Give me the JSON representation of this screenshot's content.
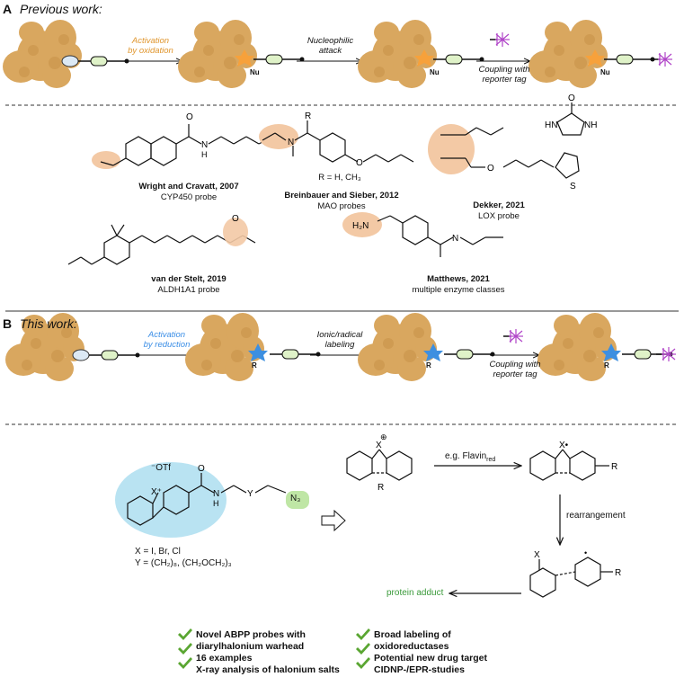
{
  "panel_a": {
    "label": "A",
    "title": "Previous work:",
    "steps": [
      "Activation",
      "by oxidation",
      "Nucleophilic",
      "attack",
      "Coupling with",
      "reporter tag"
    ],
    "nu": "Nu",
    "probes": [
      {
        "author": "Wright and Cravatt, 2007",
        "desc": "CYP450 probe"
      },
      {
        "author": "Breinbauer and Sieber, 2012",
        "desc": "MAO probes",
        "note": "R = H, CH₃"
      },
      {
        "author": "Dekker, 2021",
        "desc": "LOX probe"
      },
      {
        "author": "van der Stelt, 2019",
        "desc": "ALDH1A1 probe"
      },
      {
        "author": "Matthews, 2021",
        "desc": "multiple enzyme classes"
      }
    ]
  },
  "panel_b": {
    "label": "B",
    "title": "This work:",
    "steps": [
      "Activation",
      "by reduction",
      "Ionic/radical",
      "labeling",
      "Coupling with",
      "reporter tag"
    ],
    "r": "R",
    "otf": "⁻OTf",
    "n3": "N₃",
    "x_def": "X = I, Br, Cl",
    "y_def": "Y = (CH₂)₈, (CH₂OCH₂)₃",
    "eg": "e.g. Flavin",
    "eg_sub": "red",
    "rearrangement": "rearrangement",
    "protein_adduct": "protein adduct",
    "bullets_left": [
      "Novel ABPP probes with",
      "diarylhalonium warhead",
      "16 examples",
      "X-ray analysis of halonium salts"
    ],
    "bullets_right": [
      "Broad labeling of",
      "oxidoreductases",
      "Potential new drug target",
      "CIDNP-/EPR-studies"
    ]
  },
  "colors": {
    "protein": "#d9a75f",
    "highlight_orange": "#f3c9a5",
    "highlight_blue": "#b9e3f2",
    "highlight_green": "#bfe6a5",
    "linker_green": "#dff2c8",
    "tag_purple": "#b044c8",
    "star_orange": "#f7a13b",
    "star_blue": "#3d8fe0",
    "adduct_green": "#3a9a3a",
    "check_green": "#5aa632"
  },
  "icons": [
    "protein-blob-icon",
    "probe-icon",
    "star-icon",
    "reporter-tag-icon",
    "checkmark-icon",
    "open-arrow-icon"
  ]
}
